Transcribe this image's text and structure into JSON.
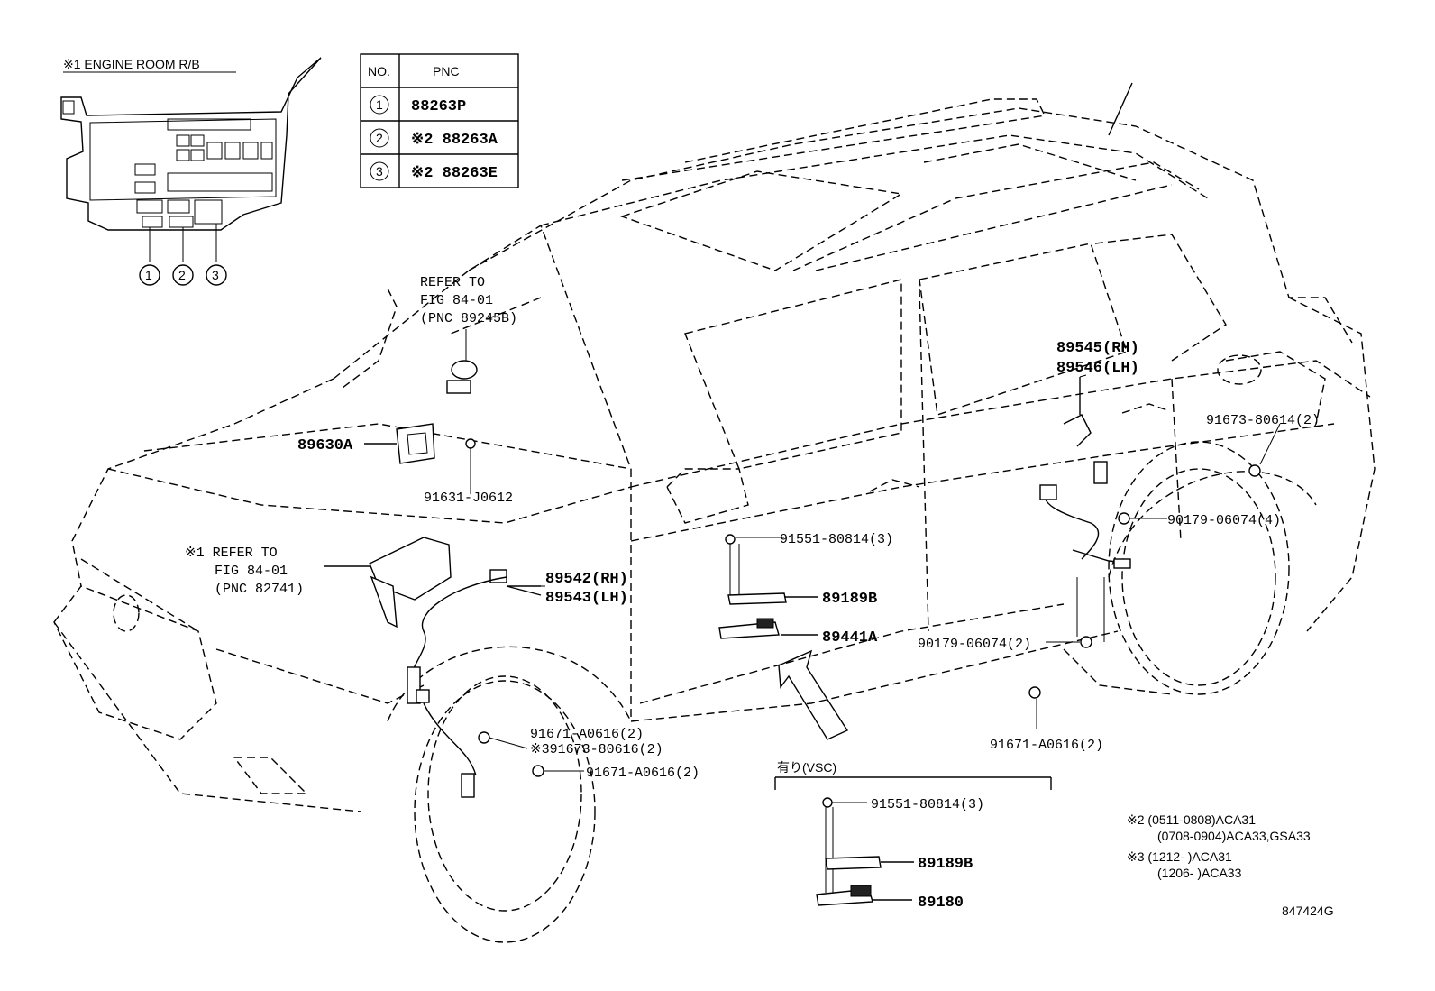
{
  "engine_room_rb": {
    "title": "※1 ENGINE ROOM R/B",
    "callouts": [
      "1",
      "2",
      "3"
    ]
  },
  "pnc_table": {
    "header_no": "NO.",
    "header_pnc": "PNC",
    "rows": [
      {
        "no": "1",
        "pnc": "88263P"
      },
      {
        "no": "2",
        "pnc": "※2 88263A"
      },
      {
        "no": "3",
        "pnc": "※2 88263E"
      }
    ]
  },
  "refs": {
    "ref1": {
      "line1": "REFER TO",
      "line2": "FIG 84-01",
      "line3": "(PNC 89245B)"
    },
    "ref2": {
      "line1": "※1 REFER TO",
      "line2": "FIG 84-01",
      "line3": "(PNC 82741)"
    }
  },
  "parts": {
    "p89630A": "89630A",
    "p91631": "91631-J0612",
    "p89542": "89542(RH)",
    "p89543": "89543(LH)",
    "p91551a": "91551-80814(3)",
    "p89189Ba": "89189B",
    "p89441A": "89441A",
    "p91671a": "91671-A0616(2)",
    "p91673a": "※391673-80616(2)",
    "p91671b": "91671-A0616(2)",
    "p89545": "89545(RH)",
    "p89546": "89546(LH)",
    "p91673b": "91673-80614(2)",
    "p90179a": "90179-06074(4)",
    "p90179b": "90179-06074(2)",
    "p91671c": "91671-A0616(2)",
    "vsc_title": "有り(VSC)",
    "p91551b": "91551-80814(3)",
    "p89189Bb": "89189B",
    "p89180": "89180"
  },
  "notes": {
    "n2a": "※2 (0511-0808)ACA31",
    "n2b": "(0708-0904)ACA33,GSA33",
    "n3a": "※3 (1212-       )ACA31",
    "n3b": "(1206-       )ACA33"
  },
  "figure_id": "847424G"
}
